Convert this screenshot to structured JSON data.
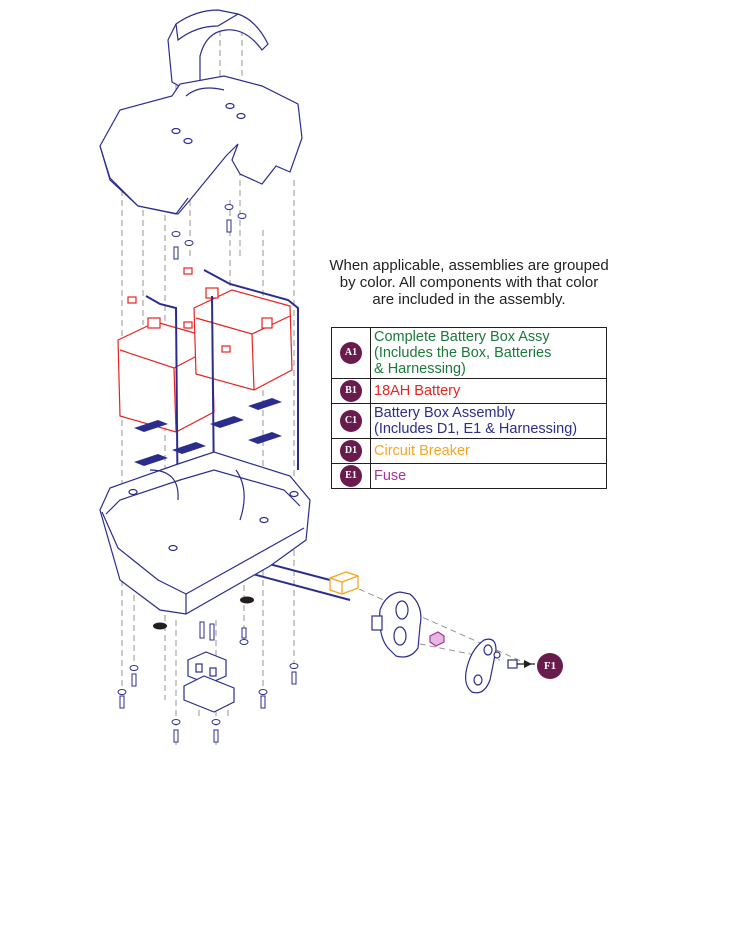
{
  "note": {
    "lines": [
      "When applicable, assemblies are grouped",
      "by color. All components with that color",
      "are included in the assembly."
    ]
  },
  "legend": [
    {
      "badge": "A1",
      "lines": [
        "Complete Battery Box Assy",
        "(Includes the Box, Batteries",
        "& Harnessing)"
      ],
      "color": "#1a7a3a"
    },
    {
      "badge": "B1",
      "lines": [
        "18AH Battery"
      ],
      "color": "#e8231f"
    },
    {
      "badge": "C1",
      "lines": [
        "Battery Box Assembly",
        "(Includes D1, E1 & Harnessing)"
      ],
      "color": "#2b2d8e"
    },
    {
      "badge": "D1",
      "lines": [
        "Circuit Breaker"
      ],
      "color": "#f5a623"
    },
    {
      "badge": "E1",
      "lines": [
        "Fuse"
      ],
      "color": "#a8339a"
    }
  ],
  "callout": {
    "badge": "F1"
  },
  "colors": {
    "navy": "#2b2d8e",
    "red": "#e8231f",
    "orange": "#f5a623",
    "magenta": "#a8339a",
    "badge": "#6a1b4d",
    "dash": "#8a8a8a"
  }
}
